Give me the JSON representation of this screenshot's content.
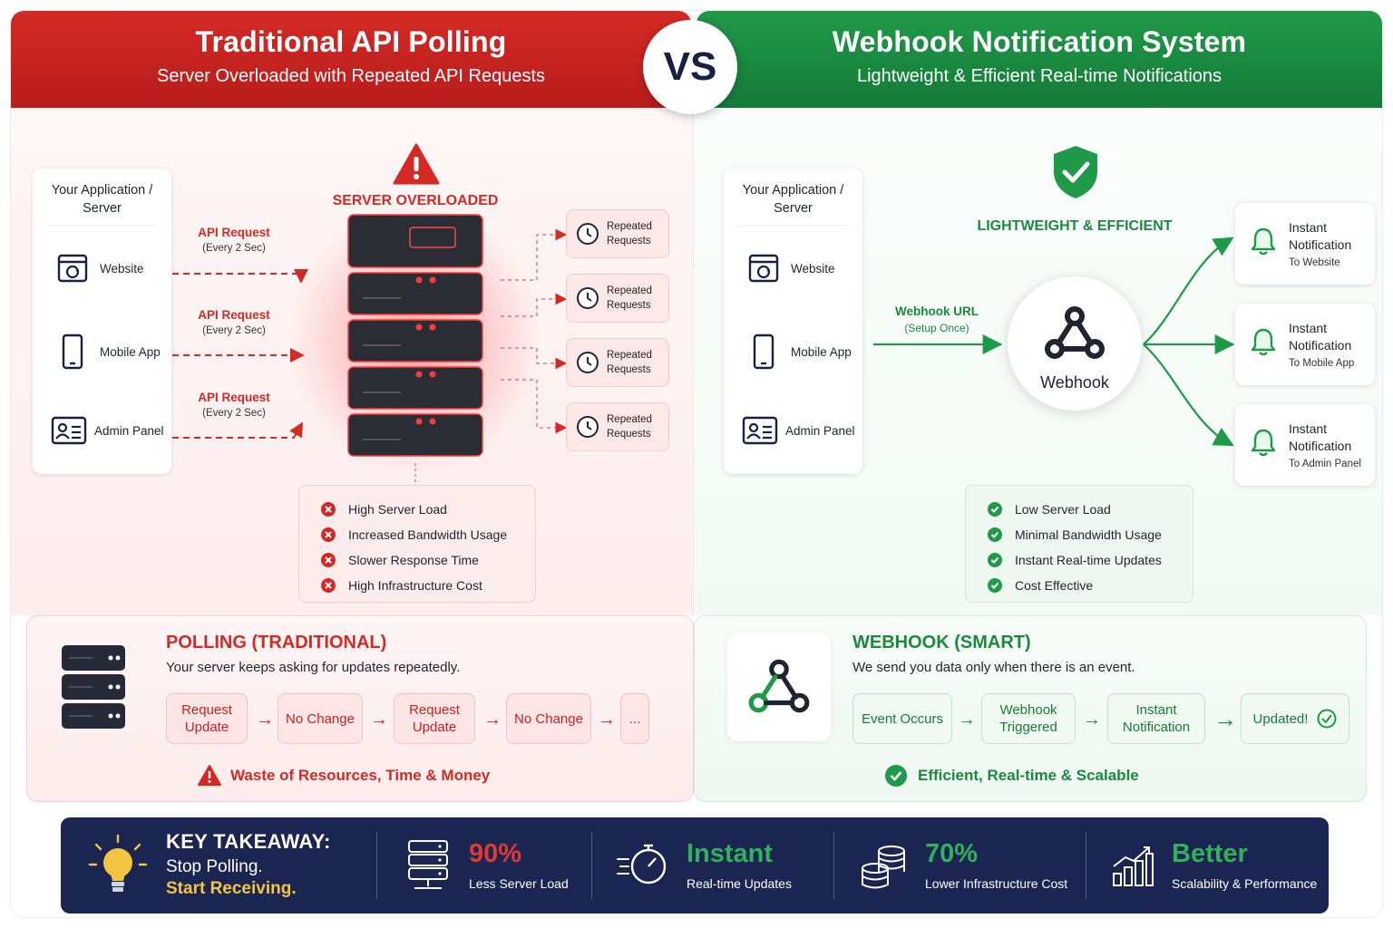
{
  "colors": {
    "red": "#d32a25",
    "green": "#1a8a3e",
    "navy": "#1b2552",
    "gold": "#f5c542"
  },
  "left_header": {
    "title": "Traditional API Polling",
    "subtitle": "Server Overloaded with Repeated API Requests"
  },
  "vs": "VS",
  "right_header": {
    "title": "Webhook Notification System",
    "subtitle": "Lightweight & Efficient Real-time Notifications"
  },
  "polling": {
    "client_title_1": "Your Application /",
    "client_title_2": "Server",
    "clients": [
      {
        "label": "Website",
        "icon": "website-icon"
      },
      {
        "label": "Mobile App",
        "icon": "mobile-icon"
      },
      {
        "label": "Admin Panel",
        "icon": "admin-panel-icon"
      }
    ],
    "api_requests": [
      {
        "title": "API Request",
        "sub": "(Every 2 Sec)"
      },
      {
        "title": "API Request",
        "sub": "(Every 2 Sec)"
      },
      {
        "title": "API Request",
        "sub": "(Every 2 Sec)"
      }
    ],
    "server_status": "SERVER OVERLOADED",
    "repeated": [
      {
        "l1": "Repeated",
        "l2": "Requests"
      },
      {
        "l1": "Repeated",
        "l2": "Requests"
      },
      {
        "l1": "Repeated",
        "l2": "Requests"
      },
      {
        "l1": "Repeated",
        "l2": "Requests"
      }
    ],
    "cons": [
      "High Server Load",
      "Increased Bandwidth Usage",
      "Slower Response Time",
      "High Infrastructure Cost"
    ]
  },
  "webhook": {
    "client_title_1": "Your Application /",
    "client_title_2": "Server",
    "clients": [
      {
        "label": "Website",
        "icon": "website-icon"
      },
      {
        "label": "Mobile App",
        "icon": "mobile-icon"
      },
      {
        "label": "Admin Panel",
        "icon": "admin-panel-icon"
      }
    ],
    "badge": "LIGHTWEIGHT & EFFICIENT",
    "url_label": "Webhook URL",
    "url_sub": "(Setup Once)",
    "hub_label": "Webhook",
    "notifications": [
      {
        "l1": "Instant",
        "l2": "Notification",
        "target": "To Website"
      },
      {
        "l1": "Instant",
        "l2": "Notification",
        "target": "To Mobile App"
      },
      {
        "l1": "Instant",
        "l2": "Notification",
        "target": "To Admin Panel"
      }
    ],
    "pros": [
      "Low Server Load",
      "Minimal Bandwidth Usage",
      "Instant Real-time Updates",
      "Cost Effective"
    ]
  },
  "polling_section": {
    "title": "POLLING (TRADITIONAL)",
    "desc": "Your server keeps asking for updates repeatedly.",
    "steps": [
      {
        "l1": "Request",
        "l2": "Update"
      },
      {
        "l1": "No Change",
        "l2": ""
      },
      {
        "l1": "Request",
        "l2": "Update"
      },
      {
        "l1": "No Change",
        "l2": ""
      },
      {
        "l1": "...",
        "l2": ""
      }
    ],
    "footer": "Waste of Resources, Time & Money"
  },
  "webhook_section": {
    "title": "WEBHOOK (SMART)",
    "desc": "We send you data only when there is an event.",
    "steps": [
      {
        "l1": "Event Occurs",
        "l2": ""
      },
      {
        "l1": "Webhook",
        "l2": "Triggered"
      },
      {
        "l1": "Instant",
        "l2": "Notification"
      },
      {
        "l1": "Updated!",
        "l2": ""
      }
    ],
    "footer": "Efficient, Real-time & Scalable"
  },
  "takeaway": {
    "heading": "KEY TAKEAWAY:",
    "line1": "Stop Polling.",
    "line2": "Start Receiving.",
    "stats": [
      {
        "value": "90%",
        "label": "Less Server Load",
        "color": "#e03a32",
        "icon": "server-network-icon"
      },
      {
        "value": "Instant",
        "label": "Real-time Updates",
        "color": "#2fb25a",
        "icon": "stopwatch-icon"
      },
      {
        "value": "70%",
        "label": "Lower Infrastructure Cost",
        "color": "#2fb25a",
        "icon": "coins-icon"
      },
      {
        "value": "Better",
        "label": "Scalability & Performance",
        "color": "#2fb25a",
        "icon": "growth-chart-icon"
      }
    ]
  }
}
